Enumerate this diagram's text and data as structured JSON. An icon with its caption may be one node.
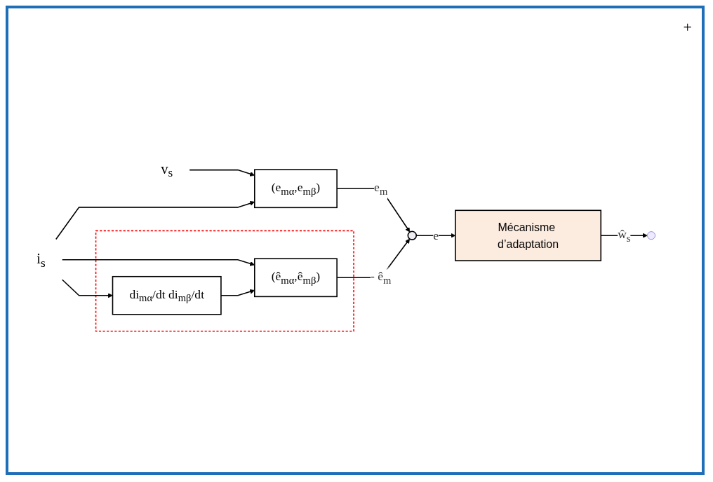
{
  "diagram": {
    "nodes": [
      {
        "text": [
          "v$_{s}$"
        ]
      },
      {
        "text": [
          "i$_{s}$"
        ]
      },
      {
        "text": [
          "(e$_{mα}$,e$_{mβ}$)"
        ]
      },
      {
        "text": [],
        "shape": "box"
      },
      {
        "text": [
          "di$_{mα}$/dt di$_{mβ}$/dt"
        ],
        "in": 3
      },
      {
        "text": [
          "(ê$_{mα}$,ê$_{mβ}$)"
        ],
        "in": 3
      },
      {
        "text": [],
        "shape": "circle"
      },
      {
        "text": [
          "Mécanisme d’adaptation"
        ]
      }
    ],
    "edges": [
      {
        "from": 0,
        "to": 2,
        "arrow": "to"
      },
      {
        "from": 1,
        "to": 2,
        "arrow": "to"
      },
      {
        "from": 1,
        "to": 4,
        "arrow": "to"
      },
      {
        "from": 1,
        "to": 5,
        "arrow": "to"
      },
      {
        "from": 4,
        "to": 5,
        "arrow": "to"
      },
      {
        "from": 2,
        "to": 6,
        "arrow": "to",
        "label": "e$_{m}$"
      },
      {
        "from": 5,
        "to": 6,
        "arrow": "to",
        "label": "- ê$_{m}$"
      },
      {
        "from": 6,
        "to": 7,
        "arrow": "to",
        "label": "e"
      },
      {
        "from": 7,
        "to": null,
        "arrow": "to",
        "label": "ŵ$_{s}$"
      }
    ],
    "labels": [
      "+"
    ]
  }
}
